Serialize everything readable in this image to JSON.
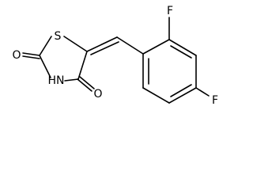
{
  "molecule": {
    "atoms": {
      "sulfur": "S",
      "nitrogen": "HN",
      "oxygen_c2": "O",
      "oxygen_c4": "O",
      "fluorine_ortho": "F",
      "fluorine_para": "F"
    }
  },
  "colors": {
    "bond": "#000000",
    "background": "#ffffff"
  }
}
